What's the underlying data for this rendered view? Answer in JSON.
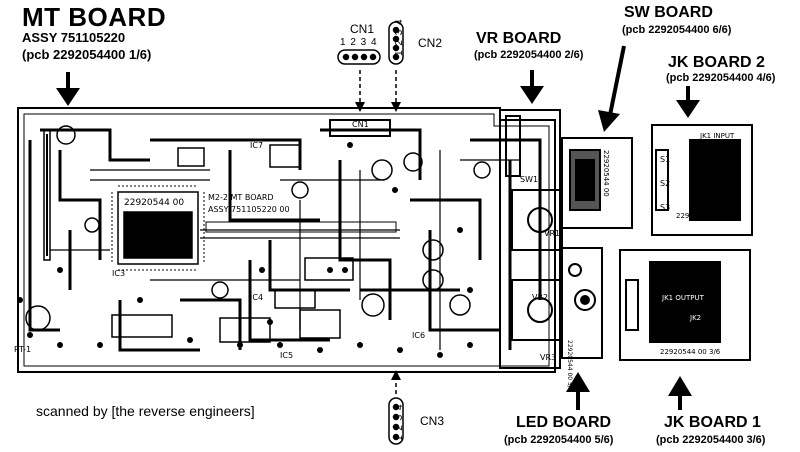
{
  "mt_board": {
    "title": "MT BOARD",
    "assy": "ASSY 751105220",
    "pcb": "(pcb 2292054400 1/6)"
  },
  "vr_board": {
    "title": "VR BOARD",
    "pcb": "(pcb 2292054400 2/6)"
  },
  "sw_board": {
    "title": "SW BOARD",
    "pcb": "(pcb 2292054400 6/6)"
  },
  "jk_board_2": {
    "title": "JK BOARD 2",
    "pcb": "(pcb 2292054400 4/6)"
  },
  "led_board": {
    "title": "LED BOARD",
    "pcb": "(pcb 2292054400 5/6)"
  },
  "jk_board_1": {
    "title": "JK BOARD 1",
    "pcb": "(pcb 2292054400 3/6)"
  },
  "connectors": {
    "cn1": {
      "label": "CN1",
      "pins": "1 2 3 4"
    },
    "cn2": {
      "label": "CN2",
      "pins": "1 2 3 4"
    },
    "cn3": {
      "label": "CN3",
      "pins": "1 2 3 4"
    }
  },
  "credit": "scanned by [the reverse engineers]",
  "pcb_markings": {
    "ic_main": "22920544 00",
    "board_text_1": "M2-2 MT BOARD",
    "board_text_2": "ASSY 751105220 00",
    "ic3": "IC3",
    "ic7": "IC7",
    "ic4": "IC4",
    "ic5": "IC5",
    "ic6": "IC6",
    "sw_text": "22920544 00",
    "sw1": "SW1",
    "s1": "S1",
    "s2": "S2",
    "s3": "S3",
    "jk_input": "JK1 INPUT",
    "jk_code": "22920544 00",
    "jk_out": "JK1 OUTPUT",
    "jk2": "JK2",
    "jk1_code": "22920544 00 3/6",
    "vr1": "VR1",
    "vr2": "VR2",
    "vr3": "VR3",
    "led_code": "22920544 00 5/6",
    "cn1_pcb": "CN1",
    "rt1": "RT-1"
  }
}
